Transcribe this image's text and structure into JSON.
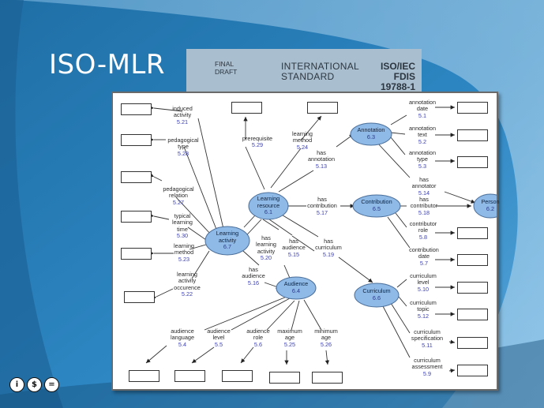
{
  "slide": {
    "title": "ISO-MLR"
  },
  "doc_card": {
    "status_line1": "FINAL",
    "status_line2": "DRAFT",
    "kind_line1": "INTERNATIONAL",
    "kind_line2": "STANDARD",
    "id_line1": "ISO/IEC",
    "id_line2": "FDIS",
    "id_line3": "19788-1"
  },
  "nodes": {
    "learning_resource": {
      "name1": "Learning",
      "name2": "resource",
      "num": "6.1"
    },
    "learning_activity": {
      "name1": "Learning",
      "name2": "activity",
      "num": "6.7"
    },
    "annotation": {
      "name": "Annotation",
      "num": "6.3"
    },
    "contribution": {
      "name": "Contribution",
      "num": "6.5"
    },
    "person": {
      "name": "Person",
      "num": "6.2"
    },
    "audience": {
      "name": "Audience",
      "num": "6.4"
    },
    "curriculum": {
      "name": "Curriculum",
      "num": "6.6"
    }
  },
  "labels": {
    "induced_activity": {
      "l1": "induced",
      "l2": "activity",
      "num": "5.21"
    },
    "pedagogical_type": {
      "l1": "pedagogical",
      "l2": "type",
      "num": "5.28"
    },
    "pedagogical_relation": {
      "l1": "pedagogical",
      "l2": "relation",
      "num": "5.27"
    },
    "typical_learning_time": {
      "l1": "typical",
      "l2": "learning",
      "l3": "time",
      "num": "5.30"
    },
    "la_learning_method": {
      "l1": "learning",
      "l2": "method",
      "num": "5.23"
    },
    "learning_activity_occurence": {
      "l1": "learning",
      "l2": "activity",
      "l3": "occurence",
      "num": "5.22"
    },
    "prerequisite": {
      "l1": "prerequisite",
      "num": "5.29"
    },
    "lr_learning_method": {
      "l1": "learning",
      "l2": "method",
      "num": "5.24"
    },
    "has_annotation": {
      "l1": "has",
      "l2": "annotation",
      "num": "5.13"
    },
    "has_contribution": {
      "l1": "has",
      "l2": "contribution",
      "num": "5.17"
    },
    "has_learning_activity": {
      "l1": "has",
      "l2": "learning",
      "l3": "activity",
      "num": "5.20"
    },
    "has_audience_lr": {
      "l1": "has",
      "l2": "audience",
      "num": "5.15"
    },
    "has_curriculum": {
      "l1": "has",
      "l2": "curriculum",
      "num": "5.19"
    },
    "has_audience_la": {
      "l1": "has",
      "l2": "audience",
      "num": "5.16"
    },
    "annotation_date": {
      "l1": "annotation",
      "l2": "date",
      "num": "5.1"
    },
    "annotation_text": {
      "l1": "annotation",
      "l2": "text",
      "num": "5.2"
    },
    "annotation_type": {
      "l1": "annotation",
      "l2": "type",
      "num": "5.3"
    },
    "has_annotator": {
      "l1": "has",
      "l2": "annotator",
      "num": "5.14"
    },
    "has_contributor": {
      "l1": "has",
      "l2": "contributor",
      "num": "5.18"
    },
    "contributor_role": {
      "l1": "contributor",
      "l2": "role",
      "num": "5.8"
    },
    "contribution_date": {
      "l1": "contribution",
      "l2": "date",
      "num": "5.7"
    },
    "curriculum_level": {
      "l1": "curriculum",
      "l2": "level",
      "num": "5.10"
    },
    "curriculum_topic": {
      "l1": "curriculum",
      "l2": "topic",
      "num": "5.12"
    },
    "curriculum_specification": {
      "l1": "curriculum",
      "l2": "specification",
      "num": "5.11"
    },
    "curriculum_assessment": {
      "l1": "curriculum",
      "l2": "assessment",
      "num": "5.9"
    },
    "audience_language": {
      "l1": "audience",
      "l2": "language",
      "num": "5.4"
    },
    "audience_level": {
      "l1": "audience",
      "l2": "level",
      "num": "5.5"
    },
    "audience_role": {
      "l1": "audience",
      "l2": "role",
      "num": "5.6"
    },
    "maximum_age": {
      "l1": "maximum",
      "l2": "age",
      "num": "5.25"
    },
    "minimum_age": {
      "l1": "minimum",
      "l2": "age",
      "num": "5.26"
    }
  },
  "license_icons": [
    "attribution-icon",
    "noncommercial-icon",
    "noderivatives-icon"
  ],
  "colors": {
    "node_fill": "#8fb9e6",
    "node_stroke": "#4b6f9a",
    "label_number": "#3b3fb0"
  }
}
